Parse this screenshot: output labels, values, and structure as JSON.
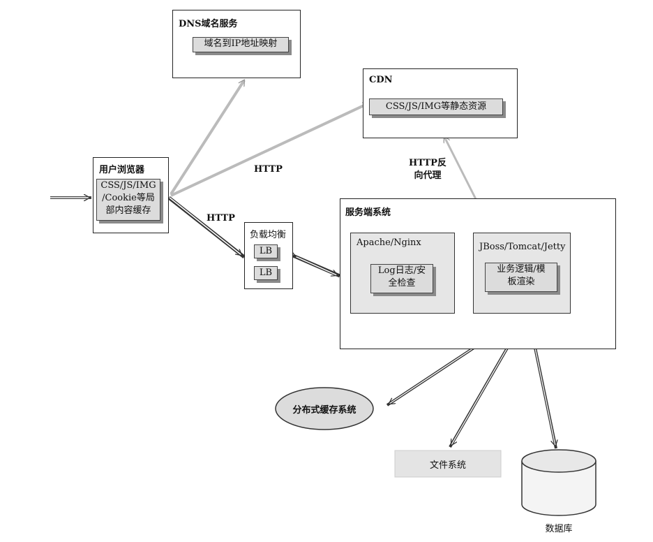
{
  "dns": {
    "title": "DNS域名服务",
    "item": "域名到IP地址映射"
  },
  "cdn": {
    "title": "CDN",
    "item": "CSS/JS/IMG等静态资源"
  },
  "browser": {
    "title": "用户浏览器",
    "item_line1": "CSS/JS/IMG",
    "item_line2": "/Cookie等局",
    "item_line3": "部内容缓存"
  },
  "lb": {
    "title": "负载均衡",
    "item1": "LB",
    "item2": "LB"
  },
  "server": {
    "title": "服务端系统",
    "apache": {
      "title": "Apache/Nginx",
      "item_line1": "Log日志/安",
      "item_line2": "全检查"
    },
    "jboss": {
      "title": "JBoss/Tomcat/Jetty",
      "item_line1": "业务逻辑/模",
      "item_line2": "板渲染"
    }
  },
  "labels": {
    "http1": "HTTP",
    "http2": "HTTP",
    "http_reverse_line1": "HTTP反",
    "http_reverse_line2": "向代理"
  },
  "cache": {
    "label": "分布式缓存系统"
  },
  "fs": {
    "label": "文件系统"
  },
  "db": {
    "label": "数据库"
  }
}
